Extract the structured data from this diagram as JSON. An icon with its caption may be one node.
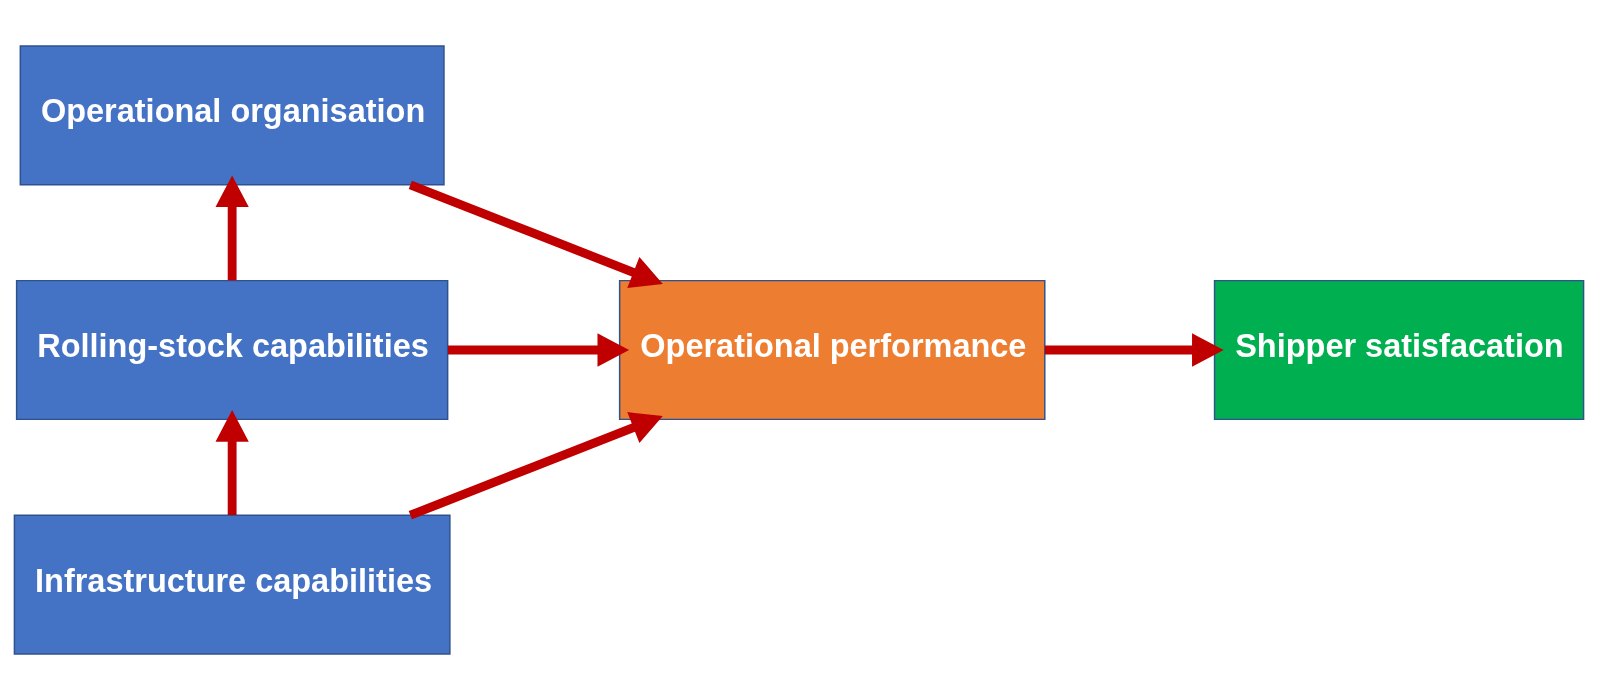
{
  "diagram": {
    "nodes": [
      {
        "text": [
          "Operational organisation"
        ]
      },
      {
        "text": [
          "Rolling-stock capabilities"
        ]
      },
      {
        "text": [
          "Infrastructure capabilities"
        ]
      },
      {
        "text": [
          "Operational performance"
        ]
      },
      {
        "text": [
          "Shipper satisfacation"
        ]
      }
    ],
    "edges": [
      {
        "from": 1,
        "to": 0,
        "arrow": "to"
      },
      {
        "from": 2,
        "to": 1,
        "arrow": "to"
      },
      {
        "from": 0,
        "to": 3,
        "arrow": "to"
      },
      {
        "from": 1,
        "to": 3,
        "arrow": "to"
      },
      {
        "from": 2,
        "to": 3,
        "arrow": "to"
      },
      {
        "from": 3,
        "to": 4,
        "arrow": "to"
      }
    ]
  }
}
